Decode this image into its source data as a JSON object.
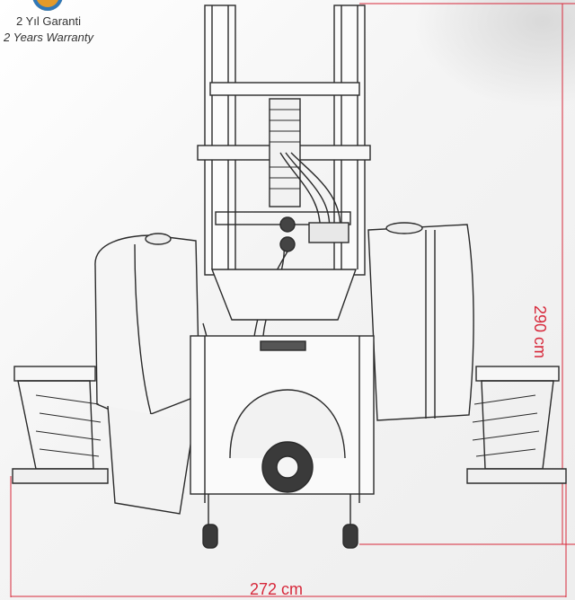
{
  "badge": {
    "line1": "2 Yıl Garanti",
    "line2": "2 Years Warranty"
  },
  "dimensions": {
    "width_label": "272 cm",
    "height_label": "290 cm"
  },
  "colors": {
    "dimension_red": "#d7283a",
    "line_dark": "#2a2a2a",
    "seal_orange": "#e39a2a",
    "seal_blue": "#2f78b9"
  },
  "icons": [
    "warranty-seal-icon"
  ]
}
